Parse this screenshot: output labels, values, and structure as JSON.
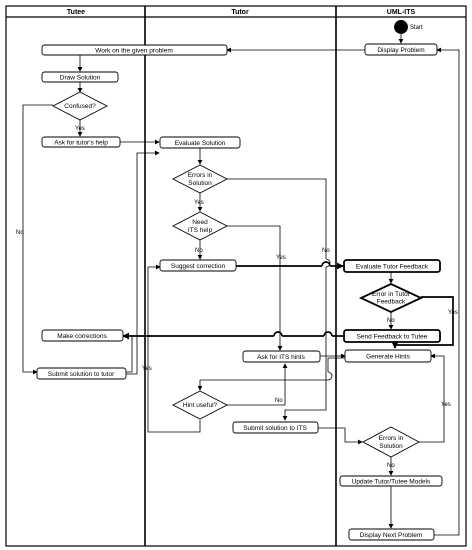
{
  "lanes": [
    "Tutee",
    "Tutor",
    "UML-ITS"
  ],
  "start_label": "Start",
  "nodes": {
    "work": "Work on the given problem",
    "draw": "Draw Solution",
    "confused": "Confused?",
    "ask_tutor": "Ask for tutor's help",
    "make_corr": "Make corrections",
    "submit_tutor": "Submit solution to tutor",
    "evaluate": "Evaluate Solution",
    "errors_sol_1": "Errors in",
    "errors_sol_2": "Solution",
    "need_its_1": "Need",
    "need_its_2": "ITS help",
    "suggest": "Suggest correction",
    "ask_its": "Ask for ITS hints",
    "hint_useful": "Hint useful?",
    "submit_its": "Submit solution to ITS",
    "display_problem": "Display Problem",
    "eval_feedback": "Evaluate Tutor Feedback",
    "err_fb_1": "Error in Tutor",
    "err_fb_2": "Feedback",
    "send_fb": "Send Feedback to Tutee",
    "gen_hints": "Generate Hints",
    "its_err_1": "Errors in",
    "its_err_2": "Solution",
    "update_models": "Update Tutor/Tutee Models",
    "display_next": "Display Next Problem"
  },
  "edge_labels": {
    "yes": "Yes",
    "no": "No"
  }
}
